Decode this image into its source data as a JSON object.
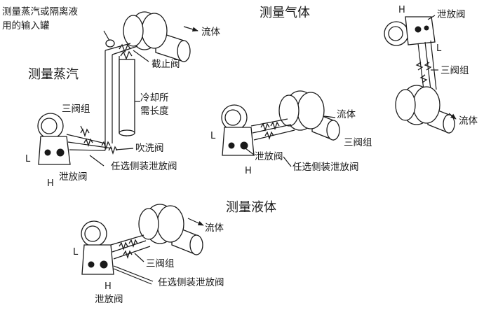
{
  "headings": {
    "steam": "测量蒸汽",
    "gas": "测量气体",
    "liquid": "测量液体"
  },
  "steam": {
    "vessel_line1": "测量蒸汽或隔离液",
    "vessel_line2": "用的输入罐",
    "flow": "流体",
    "stop_valve": "截止阀",
    "cooling_line1": "冷却所",
    "cooling_line2": "需长度",
    "manifold": "三阀组",
    "blow_valve": "吹洗阀",
    "optional_vent": "任选侧装泄放阀",
    "vent": "泄放阀",
    "L": "L",
    "H": "H"
  },
  "gas_left": {
    "flow": "流体",
    "manifold": "三阀组",
    "vent": "泄放阀",
    "optional_vent": "任选侧装泄放阀",
    "L": "L",
    "H": "H"
  },
  "gas_right": {
    "vent": "泄放阀",
    "manifold": "三阀组",
    "flow": "流体",
    "L": "L",
    "H": "H"
  },
  "liquid": {
    "flow": "流体",
    "manifold": "三阀组",
    "optional_vent": "任选侧装泄放阀",
    "vent": "泄放阀",
    "L": "L",
    "H": "H"
  }
}
